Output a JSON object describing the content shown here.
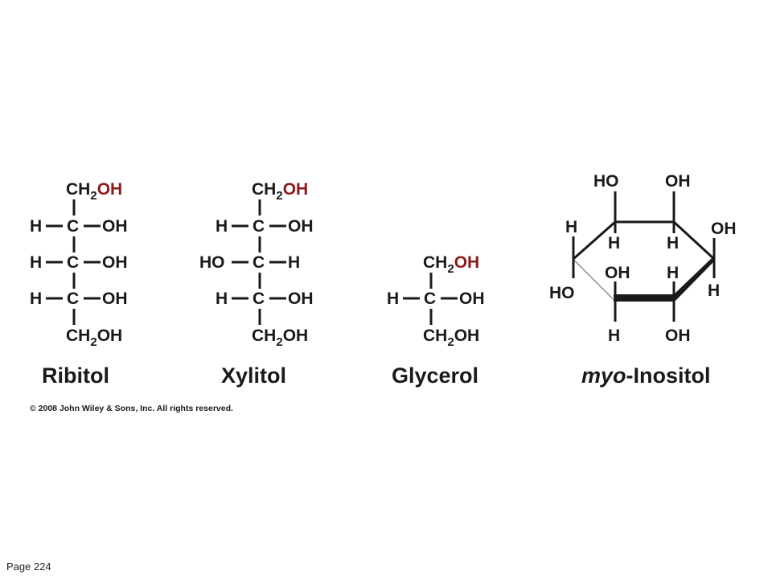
{
  "molecules": {
    "ribitol": {
      "name": "Ribitol",
      "top_group": {
        "ch2": "CH",
        "sub": "2",
        "oh": "OH"
      },
      "rows": [
        {
          "left": "H",
          "center": "C",
          "right": "OH"
        },
        {
          "left": "H",
          "center": "C",
          "right": "OH"
        },
        {
          "left": "H",
          "center": "C",
          "right": "OH"
        }
      ],
      "bottom_group": {
        "ch2": "CH",
        "sub": "2",
        "oh": "OH"
      }
    },
    "xylitol": {
      "name": "Xylitol",
      "top_group": {
        "ch2": "CH",
        "sub": "2",
        "oh": "OH"
      },
      "rows": [
        {
          "left": "H",
          "center": "C",
          "right": "OH"
        },
        {
          "left": "HO",
          "center": "C",
          "right": "H"
        },
        {
          "left": "H",
          "center": "C",
          "right": "OH"
        }
      ],
      "bottom_group": {
        "ch2": "CH",
        "sub": "2",
        "oh": "OH"
      }
    },
    "glycerol": {
      "name": "Glycerol",
      "top_group": {
        "ch2": "CH",
        "sub": "2",
        "oh": "OH"
      },
      "rows": [
        {
          "left": "H",
          "center": "C",
          "right": "OH"
        }
      ],
      "bottom_group": {
        "ch2": "CH",
        "sub": "2",
        "oh": "OH"
      }
    },
    "inositol": {
      "name_prefix": "myo",
      "name_rest": "-Inositol",
      "labels": {
        "top_left_oh": "HO",
        "top_right_oh": "OH",
        "left_h": "H",
        "right_oh": "OH",
        "inner_h_left": "H",
        "inner_h_right": "H",
        "inner_oh": "OH",
        "inner_h_front": "H",
        "left_ho": "HO",
        "right_h": "H",
        "bottom_h": "H",
        "bottom_oh": "OH"
      }
    }
  },
  "highlight_color": "#8b1a1a",
  "copyright": "© 2008 John Wiley & Sons, Inc. All rights reserved.",
  "page_number": "Page 224"
}
